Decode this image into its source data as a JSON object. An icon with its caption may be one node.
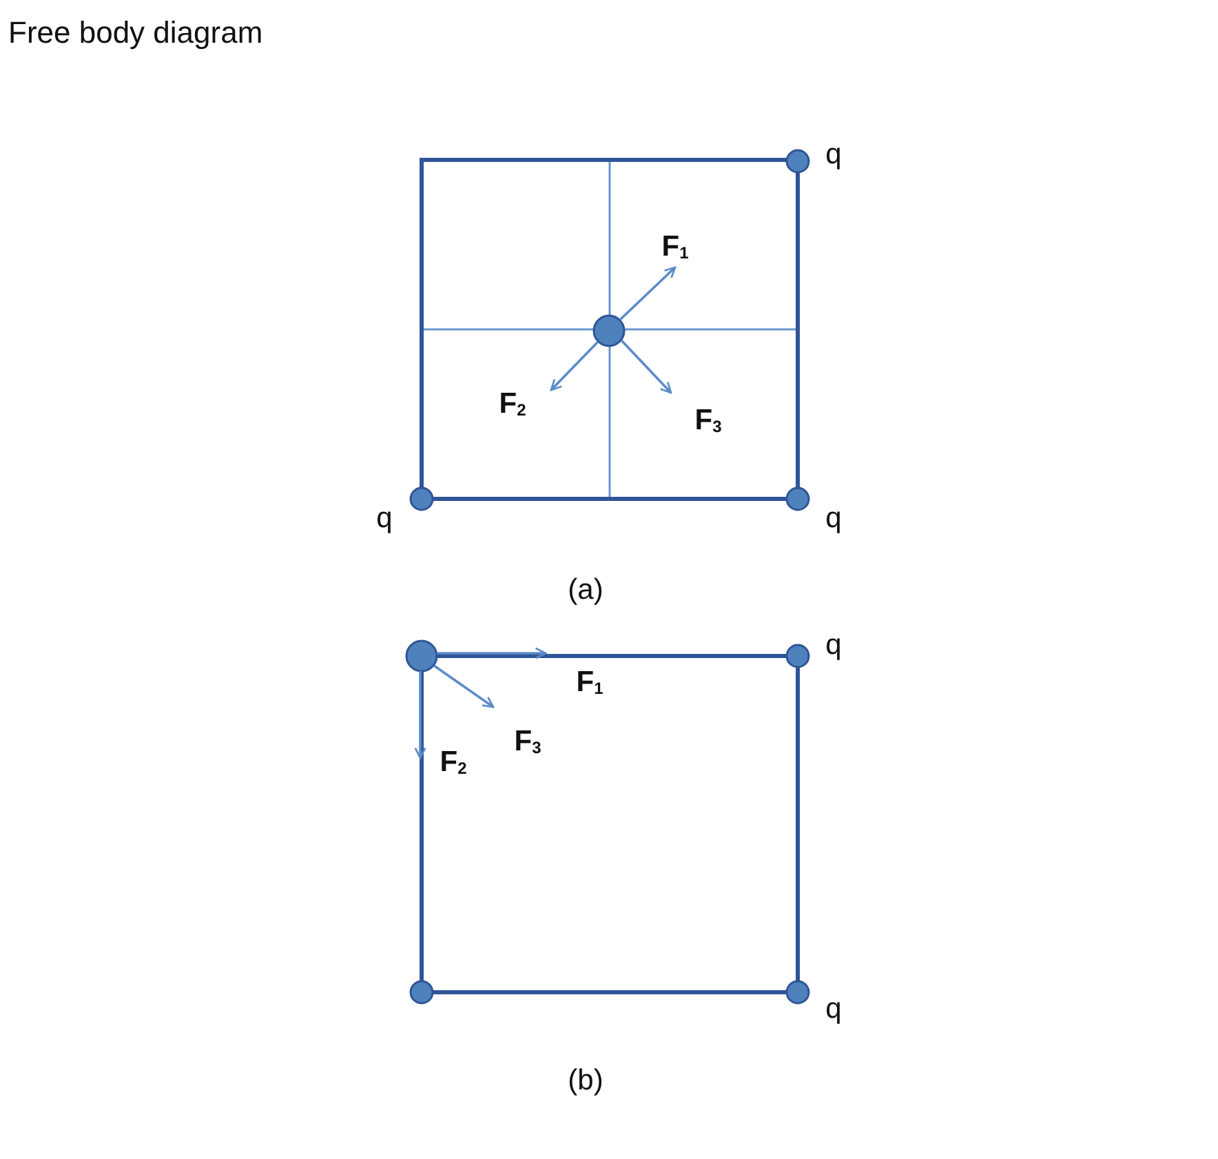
{
  "diagram": {
    "title": "Free body diagram",
    "labels": [
      "q",
      "**F**$_{1}$",
      "**F**$_{2}$",
      "**F**$_{3}$",
      "q",
      "q",
      "(a)",
      "q",
      "**F**$_{1}$",
      "**F**$_{3}$",
      "**F**$_{2}$",
      "q",
      "(b)"
    ]
  }
}
